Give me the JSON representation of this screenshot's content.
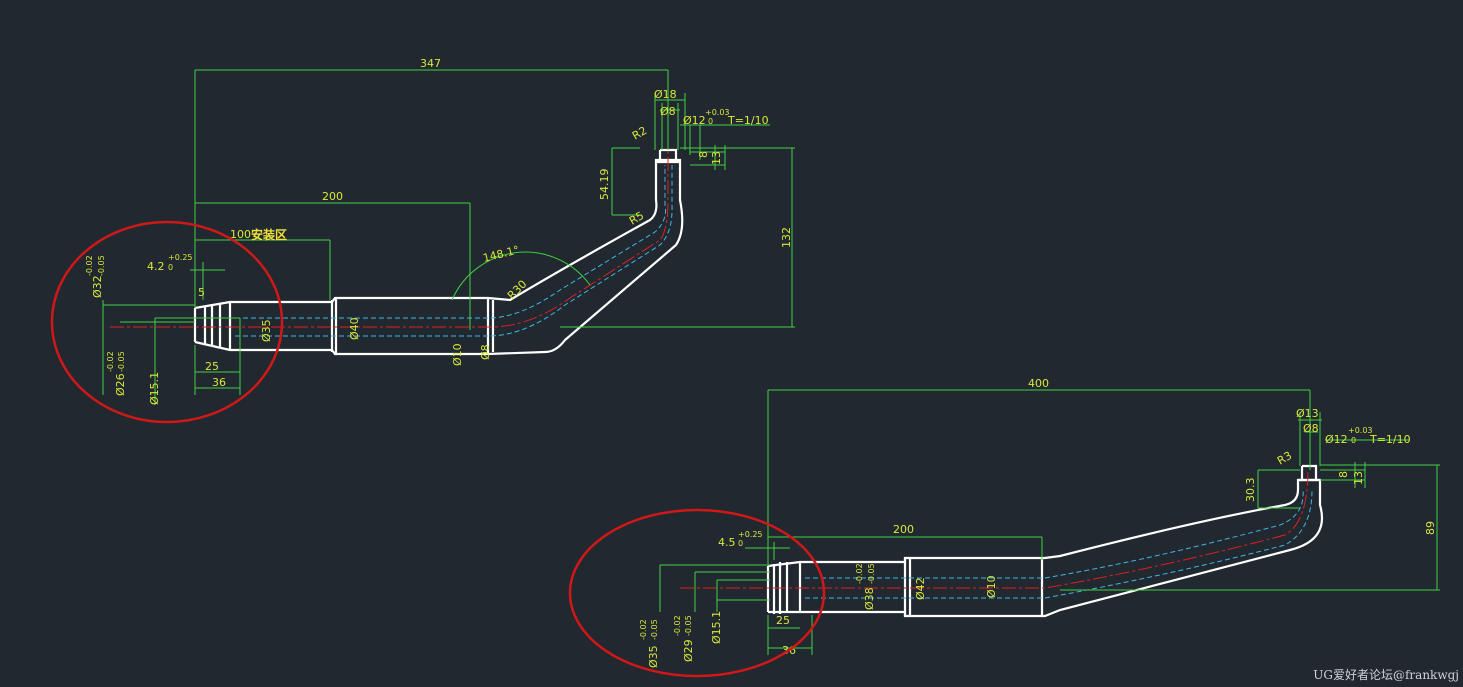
{
  "part_a": {
    "dims": {
      "overall": "347",
      "len200": "200",
      "install": "100",
      "install_zone": "安装区",
      "angle": "148.1°",
      "r30": "R30",
      "r5": "R5",
      "r2": "R2",
      "d18": "Ø18",
      "d8": "Ø8",
      "d12": "Ø12",
      "d12_tol_up": "+0.03",
      "d12_tol_low": "0",
      "taper": "T=1/10",
      "h8": "8",
      "h13": "13",
      "h54": "54.19",
      "h132": "132",
      "groove": "4.2",
      "groove_tol": "+0.25",
      "groove_tol_low": "0",
      "d32": "Ø32",
      "d32_tol_up": "-0.02",
      "d32_tol_low": "-0.05",
      "d26": "Ø26",
      "d26_tol_up": "-0.02",
      "d26_tol_low": "-0.05",
      "d15": "Ø15.1",
      "l25": "25",
      "l36": "36",
      "l5": "5",
      "d35": "Ø35",
      "d40": "Ø40",
      "d10": "Ø10",
      "d8b": "Ø8"
    }
  },
  "part_b": {
    "dims": {
      "overall": "400",
      "len200": "200",
      "r3": "R3",
      "d13": "Ø13",
      "d8": "Ø8",
      "d12": "Ø12",
      "d12_tol_up": "+0.03",
      "d12_tol_low": "0",
      "taper": "T=1/10",
      "h8": "8",
      "h13": "13",
      "h30": "30.3",
      "h89": "89",
      "groove": "4.5",
      "groove_tol": "+0.25",
      "groove_tol_low": "0",
      "d35": "Ø35",
      "d35_tol_up": "-0.02",
      "d35_tol_low": "-0.05",
      "d29": "Ø29",
      "d29_tol_up": "-0.02",
      "d29_tol_low": "-0.05",
      "d15": "Ø15.1",
      "l25": "25",
      "l36": "36",
      "d38": "Ø38",
      "d38_tol_up": "-0.02",
      "d38_tol_low": "-0.05",
      "d42": "Ø42",
      "d10": "Ø10"
    }
  },
  "watermark": "UG爱好者论坛@frankwgj",
  "colors": {
    "background": "#212830",
    "outline": "#ffffff",
    "dimension": "#3fd13f",
    "dimension_text": "#d8e83a",
    "centerline": "#e02020",
    "hidden": "#3fb7e0",
    "highlight": "#d01818"
  }
}
